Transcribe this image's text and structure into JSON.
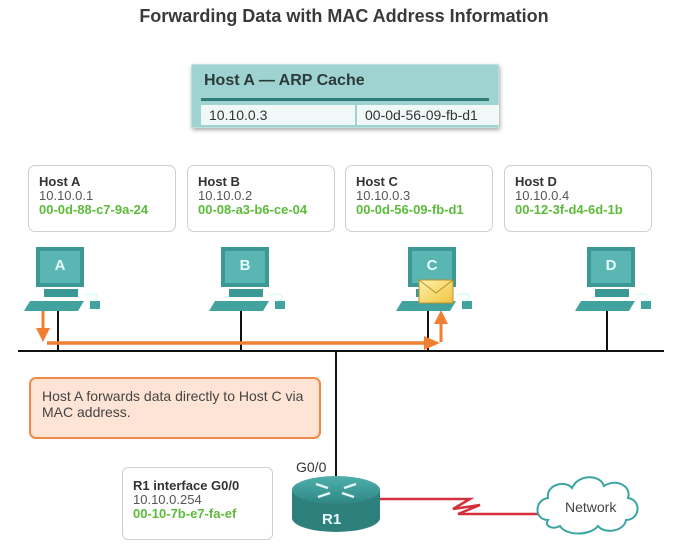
{
  "title": "Forwarding Data with MAC Address Information",
  "arp_cache": {
    "title": "Host A — ARP Cache",
    "entries": [
      {
        "ip": "10.10.0.3",
        "mac": "00-0d-56-09-fb-d1"
      }
    ]
  },
  "hosts": [
    {
      "name": "Host A",
      "ip": "10.10.0.1",
      "mac": "00-0d-88-c7-9a-24",
      "label": "A"
    },
    {
      "name": "Host B",
      "ip": "10.10.0.2",
      "mac": "00-08-a3-b6-ce-04",
      "label": "B"
    },
    {
      "name": "Host C",
      "ip": "10.10.0.3",
      "mac": "00-0d-56-09-fb-d1",
      "label": "C"
    },
    {
      "name": "Host D",
      "ip": "10.10.0.4",
      "mac": "00-12-3f-d4-6d-1b",
      "label": "D"
    }
  ],
  "note": "Host A forwards data directly to Host C via MAC address.",
  "router": {
    "label": "R1",
    "interface_label": "G0/0",
    "info_title": "R1 interface G0/0",
    "ip": "10.10.0.254",
    "mac": "00-10-7b-e7-fa-ef"
  },
  "cloud_label": "Network",
  "colors": {
    "teal": "#3f9e9b",
    "mac_green": "#5cbc3a",
    "flow_orange": "#ef7f33",
    "serial_red": "#d3303b"
  }
}
